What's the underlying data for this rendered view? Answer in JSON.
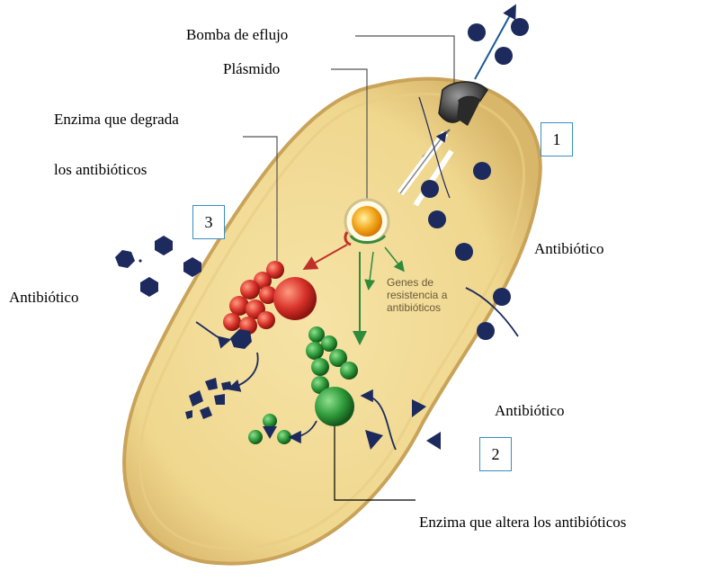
{
  "labels": {
    "efflux_pump": "Bomba de eflujo",
    "plasmid": "Plásmido",
    "degrading_enzyme_line1": "Enzima que degrada",
    "degrading_enzyme_line2": "los antibióticos",
    "antibiotic_right": "Antibiótico",
    "antibiotic_left": "Antibiótico",
    "antibiotic_lower_right": "Antibiótico",
    "altering_enzyme": "Enzima que altera los antibióticos",
    "genes_line1": "Genes de",
    "genes_line2": "resistencia a",
    "genes_line3": "antibióticos"
  },
  "mechanisms": {
    "one": "1",
    "two": "2",
    "three": "3"
  },
  "colors": {
    "cell_fill": "#f0d890",
    "cell_border": "#c9a35a",
    "antibiotic": "#1c2a5e",
    "degrading_enzyme": "#d8322a",
    "altering_enzyme": "#2f9a3a",
    "plasmid": "#f2a81e",
    "box_border": "#3a8fc0"
  }
}
